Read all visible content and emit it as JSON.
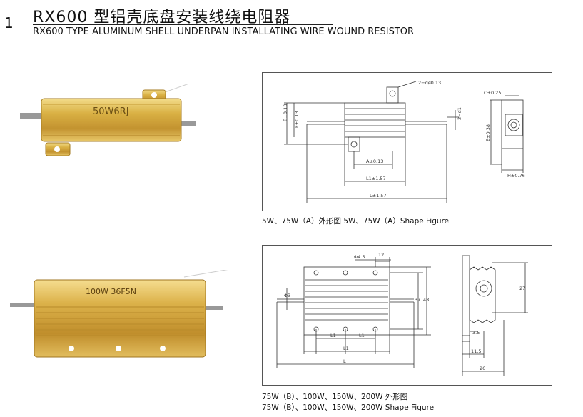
{
  "header": {
    "number": "1",
    "title_cn": "RX600 型铝壳底盘安装线绕电阻器",
    "title_en": "RX600 TYPE ALUMINUM SHELL UNDERPAN INSTALLATING WIRE WOUND RESISTOR"
  },
  "product_a": {
    "photo_marking": "50W6RJ",
    "caption": "5W、75W（A）外形图  5W、75W（A）Shape Figure",
    "dims": {
      "holes": "2−dø0.13",
      "c": "C±0.25",
      "b": "B±0.13",
      "f": "F±0.13",
      "e": "E±0.38",
      "h": "H±0.76",
      "a": "A±0.13",
      "l1": "L1±1.57",
      "l": "L±1.57",
      "d1": "2−d1"
    }
  },
  "product_b": {
    "photo_marking": "100W  36F5N",
    "caption_line1": "75W（B）、100W、150W、200W 外形图",
    "caption_line2": "75W（B）、100W、150W、200W Shape Figure",
    "dims": {
      "hole": "Φ4.5",
      "d12": "12",
      "phi3": "Φ3",
      "d37": "37",
      "d48": "48",
      "l1": "L1",
      "l": "L",
      "d27": "27",
      "d35": "3.5",
      "d115": "11.5",
      "d26": "26"
    }
  }
}
